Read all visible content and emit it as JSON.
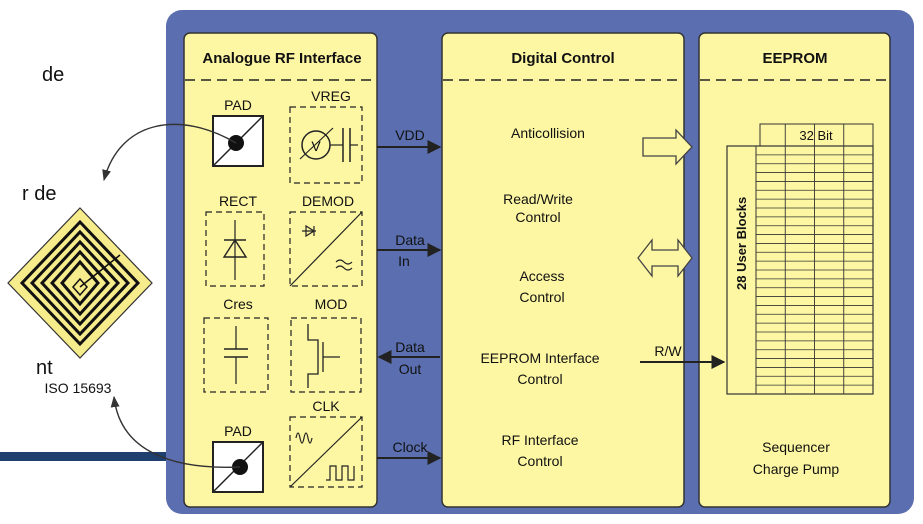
{
  "slide_fragments": [
    "de",
    "r de",
    "nt"
  ],
  "iso_label": "ISO 15693",
  "sections": {
    "rf": "Analogue RF Interface",
    "dc": "Digital Control",
    "ee": "EEPROM"
  },
  "rf_blocks": {
    "pad_top": "PAD",
    "vreg": "VREG",
    "vreg_symbol": "V",
    "rect": "RECT",
    "demod": "DEMOD",
    "cres": "Cres",
    "mod": "MOD",
    "clk": "CLK",
    "pad_bottom": "PAD"
  },
  "signals": {
    "vdd": "VDD",
    "data_in_1": "Data",
    "data_in_2": "In",
    "data_out_1": "Data",
    "data_out_2": "Out",
    "clock": "Clock",
    "rw": "R/W"
  },
  "digital_functions": [
    [
      "Anticollision"
    ],
    [
      "Read/Write",
      "Control"
    ],
    [
      "Access",
      "Control"
    ],
    [
      "EEPROM Interface",
      "Control"
    ],
    [
      "RF Interface",
      "Control"
    ]
  ],
  "eeprom": {
    "word_width": "32 Bit",
    "user_blocks": "28 User Blocks",
    "footer_1": "Sequencer",
    "footer_2": "Charge Pump"
  },
  "colors": {
    "frame": "#5b6fb0",
    "panel": "#fdf7a3",
    "stroke": "#222222",
    "accent_bar": "#1f3f6e"
  }
}
